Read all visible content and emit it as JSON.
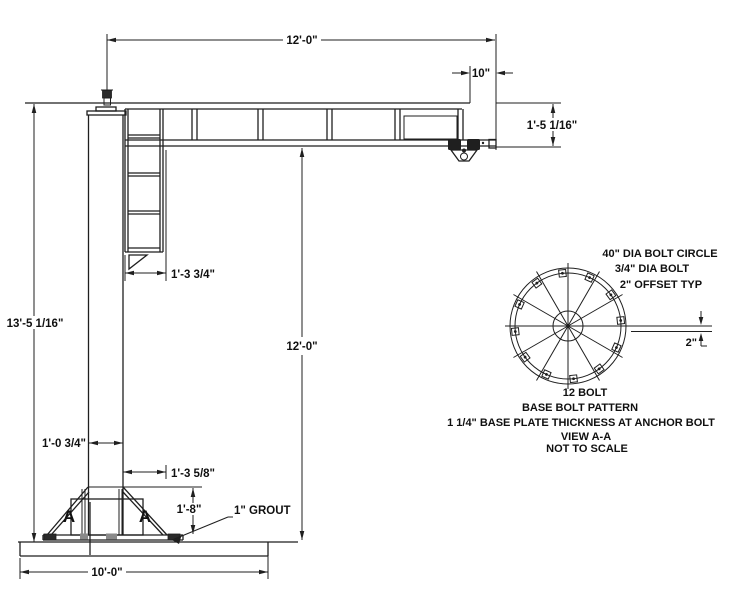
{
  "dims": {
    "boom_span": "12'-0\"",
    "hook_approach": "10\"",
    "beam_depth": "1'-5 1/16\"",
    "overall_height": "13'-5 1/16\"",
    "mast_width": "1'-3 3/4\"",
    "clear_height": "12'-0\"",
    "column_width": "1'-0 3/4\"",
    "base_spread": "1'-3 5/8\"",
    "gusset_height": "1'-8\"",
    "grout_note": "1\" GROUT",
    "foundation_width": "10'-0\"",
    "section_left": "A",
    "section_right": "A"
  },
  "detail": {
    "note_bolt_circle": "40\" DIA BOLT CIRCLE",
    "note_bolt_dia": "3/4\" DIA BOLT",
    "note_offset": "2\" OFFSET TYP",
    "offset_dim": "2\"",
    "cap_bolt_count": "12 BOLT",
    "cap_pattern": "BASE BOLT PATTERN",
    "cap_plate": "1 1/4\" BASE PLATE THICKNESS AT ANCHOR BOLT",
    "cap_view": "VIEW A-A",
    "cap_scale": "NOT TO SCALE"
  }
}
